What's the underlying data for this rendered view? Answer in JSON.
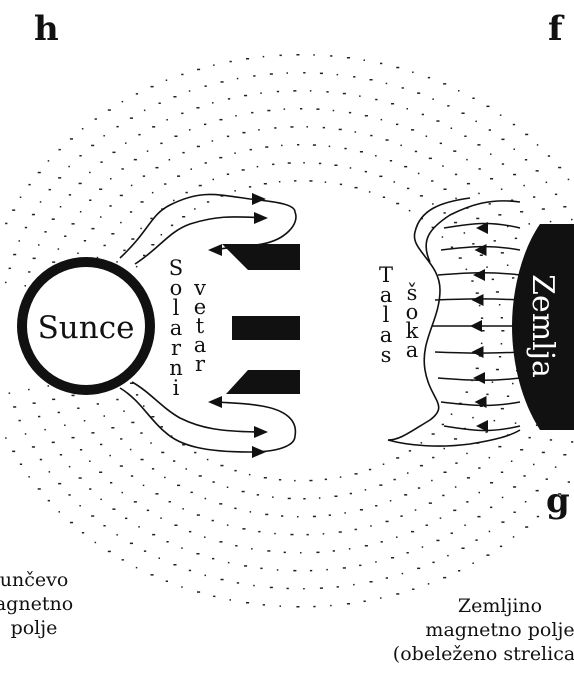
{
  "corner_labels": {
    "h": "h",
    "f": "f",
    "g": "g"
  },
  "sun_label": "Sunce",
  "earth_label": "Zemlja",
  "solar_wind_words": {
    "solarni": [
      "S",
      "o",
      "l",
      "a",
      "r",
      "n",
      "i"
    ],
    "vetar": [
      "v",
      "e",
      "t",
      "a",
      "r"
    ]
  },
  "shock_words": {
    "talas": [
      "T",
      "a",
      "l",
      "a",
      "s"
    ],
    "soka": [
      "š",
      "o",
      "k",
      "a"
    ]
  },
  "sun_field_caption": [
    "unčevo",
    "agnetno",
    "polje"
  ],
  "earth_field_caption": [
    "Zemljino",
    "magnetno polje",
    "(obeleženo strelica"
  ],
  "colors": {
    "ink": "#111111",
    "paper": "#ffffff"
  }
}
